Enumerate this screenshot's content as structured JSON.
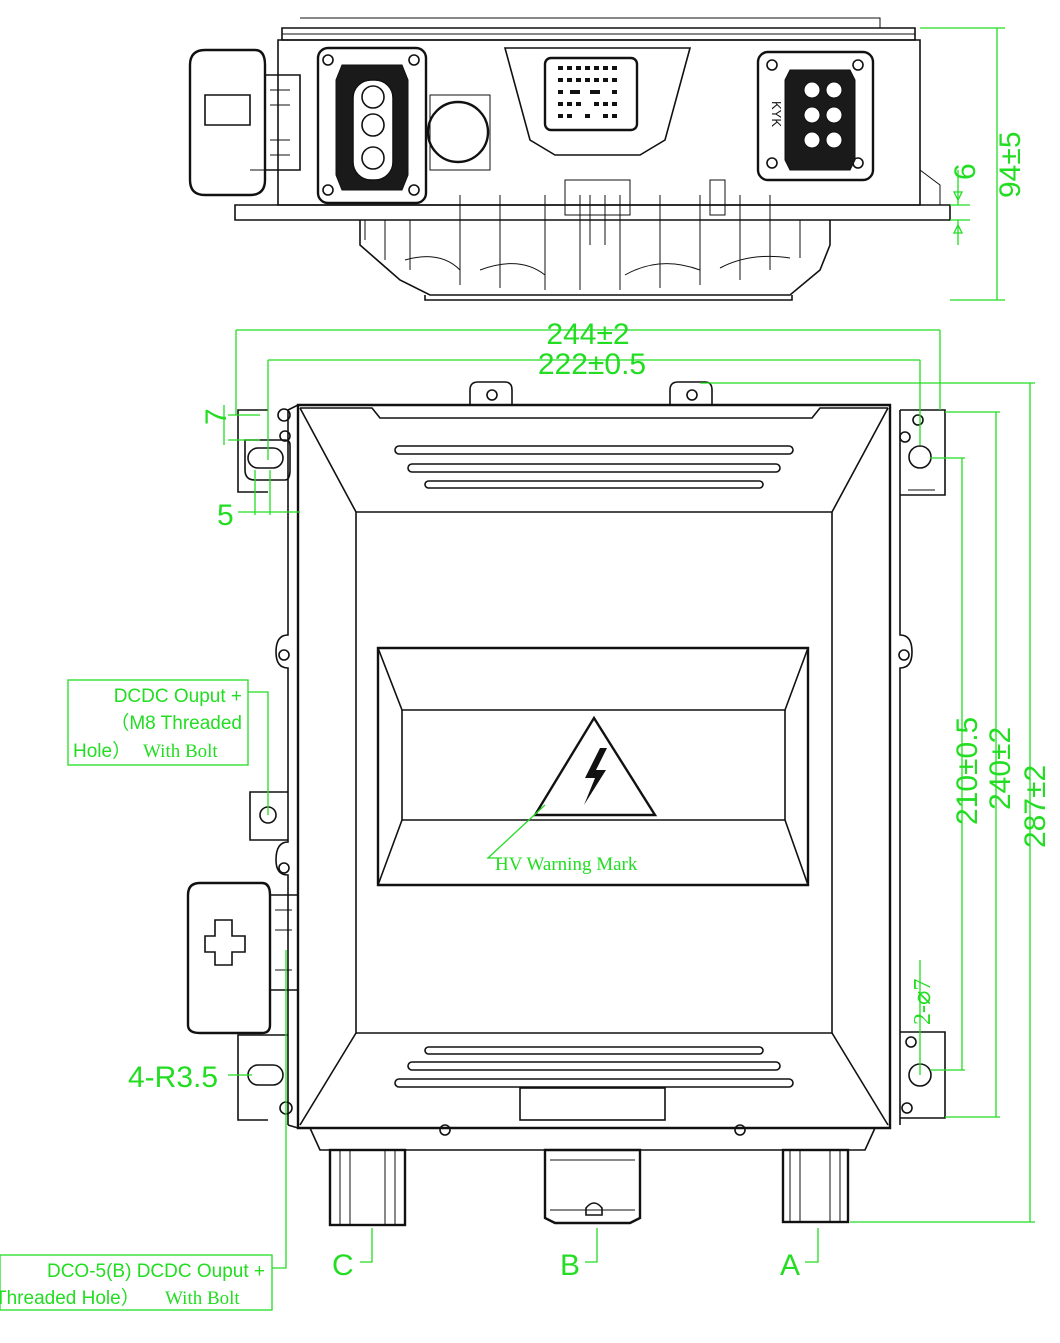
{
  "colors": {
    "dimension": "#22dd22",
    "outline": "#111111",
    "background": "#ffffff"
  },
  "top_view": {
    "dim_height": "94±5",
    "dim_step": "6",
    "connector_brand_label": "KYK"
  },
  "front_view": {
    "dim_overall_width": "244±2",
    "dim_hole_spacing_width": "222±0.5",
    "dim_top_offset": "7",
    "dim_side_offset": "5",
    "dim_hole_spacing_height": "210±0.5",
    "dim_body_height": "240±2",
    "dim_overall_height": "287±2",
    "dim_mount_holes": "2-⌀7",
    "dim_corner_radius": "4-R3.5",
    "warning_label": "HV Warning Mark",
    "callout_upper": {
      "line1": "DCDC Ouput +",
      "line2": "（M8 Threaded",
      "line3_a": "Hole）",
      "line3_b": "With Bolt"
    },
    "callout_lower": {
      "line1": "DCO-5(B) DCDC Ouput +",
      "line2_a": "Threaded Hole）",
      "line2_b": "With Bolt"
    },
    "connectors": [
      {
        "id": "connector-c",
        "label": "C"
      },
      {
        "id": "connector-b",
        "label": "B"
      },
      {
        "id": "connector-a",
        "label": "A"
      }
    ],
    "plus_symbol": "+"
  }
}
